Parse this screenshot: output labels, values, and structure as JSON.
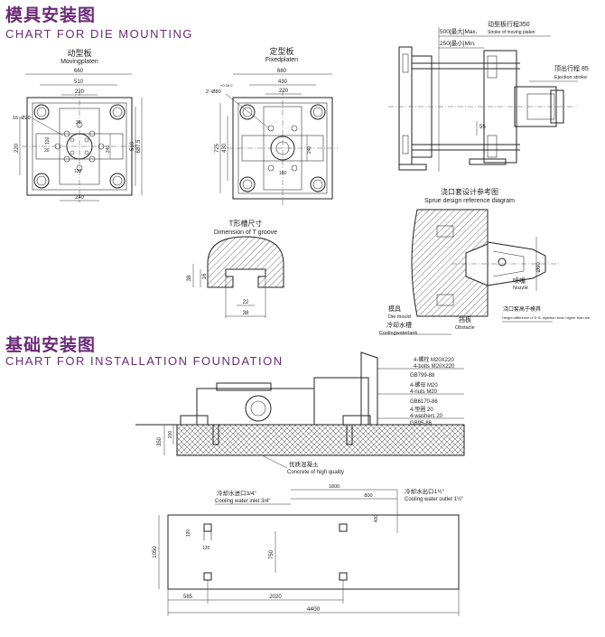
{
  "section1": {
    "title_cn": "模具安装图",
    "title_en": "CHART FOR DIE MOUNTING"
  },
  "moving_platen": {
    "label_cn": "动型板",
    "label_en": "Movingplaten",
    "dims": {
      "overall_w": "660",
      "w1": "510",
      "w2": "220",
      "w3": "240",
      "h_left": "220",
      "h_right1": "510",
      "h_right2": "687.5",
      "holes": "16~Ø20",
      "d1": "20",
      "d2": "30",
      "d3": "120",
      "d4": "120"
    }
  },
  "fixed_platen": {
    "label_cn": "定型板",
    "label_en": "Fixedplaten",
    "dims": {
      "overall_w": "680",
      "w1": "430",
      "w2": "220",
      "hole": "2~Ø80",
      "hole_tol": "+0.05 0",
      "h_left1": "725",
      "h_left2": "430",
      "h_mid": "240",
      "b1": "160"
    }
  },
  "stroke_view": {
    "moving_stroke_label": "动型板行程350",
    "moving_stroke_en": "Stroke of moving platen",
    "max_label": "500[最大]Max.",
    "min_label": "250[最小]Min.",
    "ejection_label": "顶出行程 85",
    "ejection_en": "Ejection stroke",
    "d55": "55"
  },
  "t_groove": {
    "label_cn": "T形槽尺寸",
    "label_en": "Dimension of T groove",
    "dims": {
      "h1": "38",
      "h2": "16",
      "w1": "22",
      "w2": "38"
    }
  },
  "sprue": {
    "label_cn": "浇口套设计参考图",
    "label_en": "Sprue design reference diagram",
    "dia": "Ø90",
    "nozzle_cn": "喷嘴",
    "nozzle_en": "Nozzle",
    "die_mould_cn": "模具",
    "die_mould_en": "Die mould",
    "cooling_cn": "冷却水槽",
    "cooling_en": "Coolingwaterlank",
    "obstacle_cn": "挡板",
    "obstacle_en": "Obstacle",
    "height_diff_cn": "浇口套高于模具",
    "height_diff_en": "Height difference of 5~8, Injection bush higher than die"
  },
  "section2": {
    "title_cn": "基础安装图",
    "title_en": "CHART FOR INSTALLATION FOUNDATION"
  },
  "foundation": {
    "bolts": "4-螺栓 M20X220",
    "bolts_en": "4-bolts M20X220",
    "std1": "GB799-88",
    "nuts": "4-螺母 M20",
    "nuts_en": "4-nuts M20",
    "std2": "GB6170-86",
    "washers": "4-垫圈 20",
    "washers_en": "4-washers 20",
    "std3": "GB95-86",
    "concrete_cn": "优质混凝土",
    "concrete_en": "Concrete of high quality",
    "h350": "350",
    "h200": "200"
  },
  "plan": {
    "inlet_cn": "冷却水进口3/4\"",
    "inlet_en": "Cooling water inlet 3/4\"",
    "outlet_cn": "冷却水出口1½\"",
    "outlet_en": "Cooling water outlet 1½\"",
    "d1800": "1800",
    "d800": "800",
    "d400": "400",
    "d120a": "120",
    "d120b": "120",
    "d750": "750",
    "d1050": "1050",
    "d585": "585",
    "d2020": "2020",
    "d4400": "4400"
  }
}
